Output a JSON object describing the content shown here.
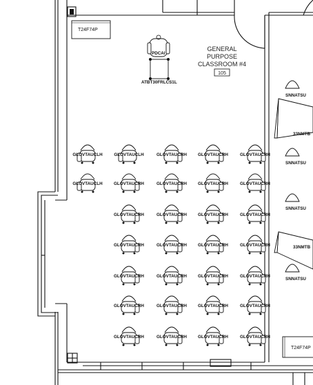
{
  "room": {
    "title_lines": [
      "GENERAL",
      "PURPOSE",
      "CLASSROOM #4"
    ],
    "number": "105"
  },
  "tags": {
    "top_left": "T24F74P",
    "bottom_right": "T24F74P",
    "podium_chair": "PDCAI",
    "podium_desk": "ATBT30FRLCS1L"
  },
  "chairs": {
    "label_left_hand": "GLOVTAUCLH",
    "label_right_hand": "GLOVTAUCRH",
    "columns": 5,
    "rows": 7,
    "first_column_rows": 2
  },
  "side_furniture": {
    "labels": [
      "SNNATSU",
      "SNNATSU",
      "SNNATSU",
      "SNNATSU",
      "33NMTB"
    ]
  },
  "icons": [
    "door-swing-icon",
    "column-icon",
    "chair-icon",
    "podium-desk-icon",
    "window-icon"
  ],
  "colors": {
    "line": "#111111",
    "background": "#ffffff"
  }
}
